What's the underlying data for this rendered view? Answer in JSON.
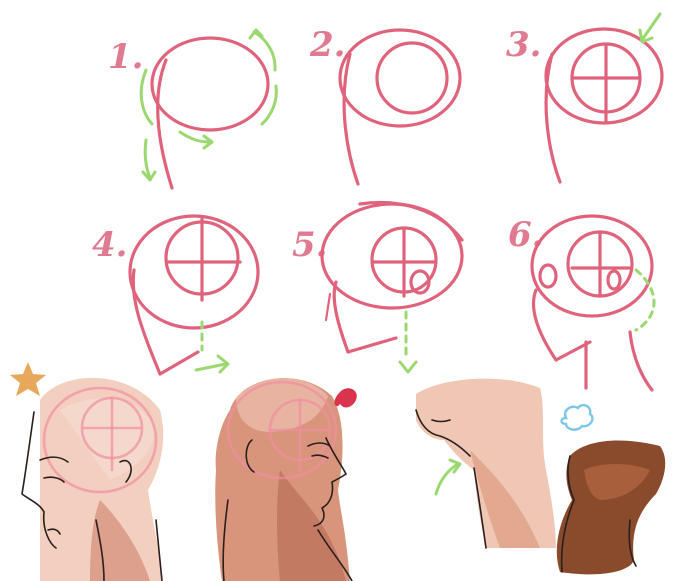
{
  "steps": [
    {
      "label": "1."
    },
    {
      "label": "2."
    },
    {
      "label": "3."
    },
    {
      "label": "4."
    },
    {
      "label": "5."
    },
    {
      "label": "6."
    }
  ],
  "colors": {
    "sketch": "#e0637c",
    "guide": "#9bd86f",
    "star": "#e7a85b",
    "cloud": "#7cc7e8",
    "skin_light": "#f0c6b4",
    "skin_medium": "#cf8d73",
    "skin_dark": "#8a4a2c"
  }
}
